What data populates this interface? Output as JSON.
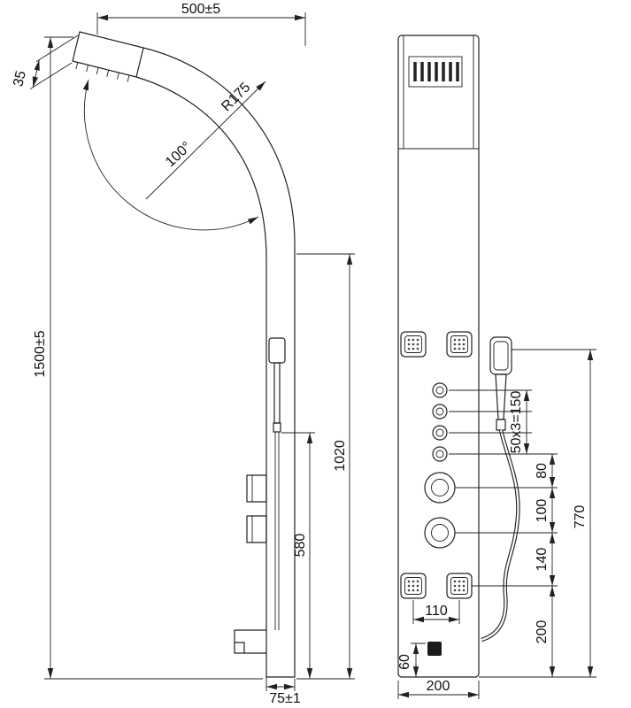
{
  "title": "shower-panel-technical-drawing",
  "colors": {
    "background": "#ffffff",
    "line": "#222222",
    "text": "#111111"
  },
  "side_view": {
    "dim_width_top": "500±5",
    "dim_head_thickness": "35",
    "dim_radius": "R175",
    "dim_angle": "100°",
    "dim_total_height": "1500±5",
    "dim_height_mid": "1020",
    "dim_height_handle": "580",
    "dim_depth": "75±1"
  },
  "front_view": {
    "dim_jet_pitch": "50x3=150",
    "dim_gap_80": "80",
    "dim_gap_100": "100",
    "dim_gap_140": "140",
    "dim_jet_span": "110",
    "dim_gap_200": "200",
    "dim_outlet_60": "60",
    "dim_height_770": "770",
    "dim_width_200": "200"
  }
}
